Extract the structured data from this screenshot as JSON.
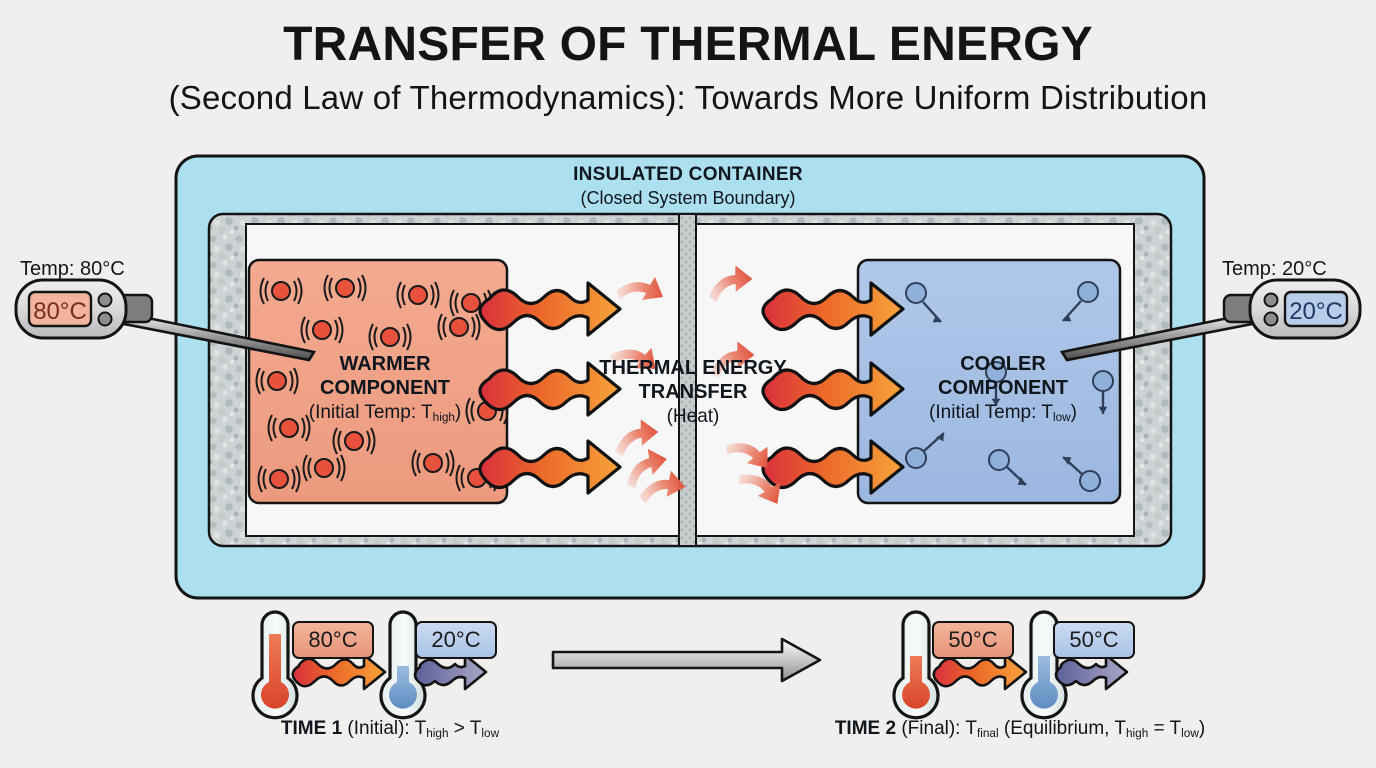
{
  "title": {
    "main": "TRANSFER OF THERMAL ENERGY",
    "sub": "(Second Law of Thermodynamics): Towards More Uniform Distribution"
  },
  "container": {
    "title": "INSULATED CONTAINER",
    "subtitle": "(Closed System Boundary)"
  },
  "panels": {
    "warm": {
      "name_line1": "WARMER",
      "name_line2": "COMPONENT",
      "temp_note_prefix": "(Initial Temp: T",
      "temp_note_sub": "high",
      "temp_note_suffix": ")"
    },
    "middle": {
      "name_line1": "THERMAL ENERGY",
      "name_line2": "TRANSFER",
      "note": "(Heat)"
    },
    "cool": {
      "name_line1": "COOLER",
      "name_line2": "COMPONENT",
      "temp_note_prefix": "(Initial Temp: T",
      "temp_note_sub": "low",
      "temp_note_suffix": ")"
    }
  },
  "probes": {
    "left": {
      "caption": "Temp: 80°C",
      "display": "80°C"
    },
    "right": {
      "caption": "Temp: 20°C",
      "display": "20°C"
    }
  },
  "timeline": {
    "time1": {
      "hot_chip": "80°C",
      "cold_chip": "20°C",
      "label_strong": "TIME 1",
      "label_rest_a": " (Initial): T",
      "label_sub_a": "high",
      "label_rest_b": " > T",
      "label_sub_b": "low"
    },
    "time2": {
      "hot_chip": "50°C",
      "cold_chip": "50°C",
      "label_strong": "TIME 2",
      "label_rest_a": " (Final): T",
      "label_sub_a": "final",
      "label_rest_b": " (Equilibrium, T",
      "label_sub_b": "high",
      "label_rest_c": " = T",
      "label_sub_c": "low",
      "label_rest_d": ")"
    }
  },
  "colors": {
    "background": "#f0efed",
    "container_fill": "#ade0ef",
    "insulation": "#c9cfd0",
    "warm_fill": "#f0a186",
    "cool_fill": "#a4bee4",
    "chamber_fill": "#f7f7f7",
    "hot_particle": "#e8513c",
    "cool_particle": "#8fb0d8",
    "arrow_hot": "#d92f3c",
    "arrow_warm": "#f59330",
    "outline": "#141414",
    "timeline_arrow": "#b9b9b9"
  },
  "icons": {
    "hot_particle": "vibrating-particle-icon",
    "cool_particle": "moving-particle-icon",
    "heat_arrow": "wavy-heat-arrow-icon",
    "small_arrow": "small-heat-arrow-icon",
    "thermometer_hot": "thermometer-hot-icon",
    "thermometer_cold": "thermometer-cold-icon",
    "probe": "digital-thermometer-probe-icon",
    "timeline_arrow": "timeline-arrow-icon"
  }
}
